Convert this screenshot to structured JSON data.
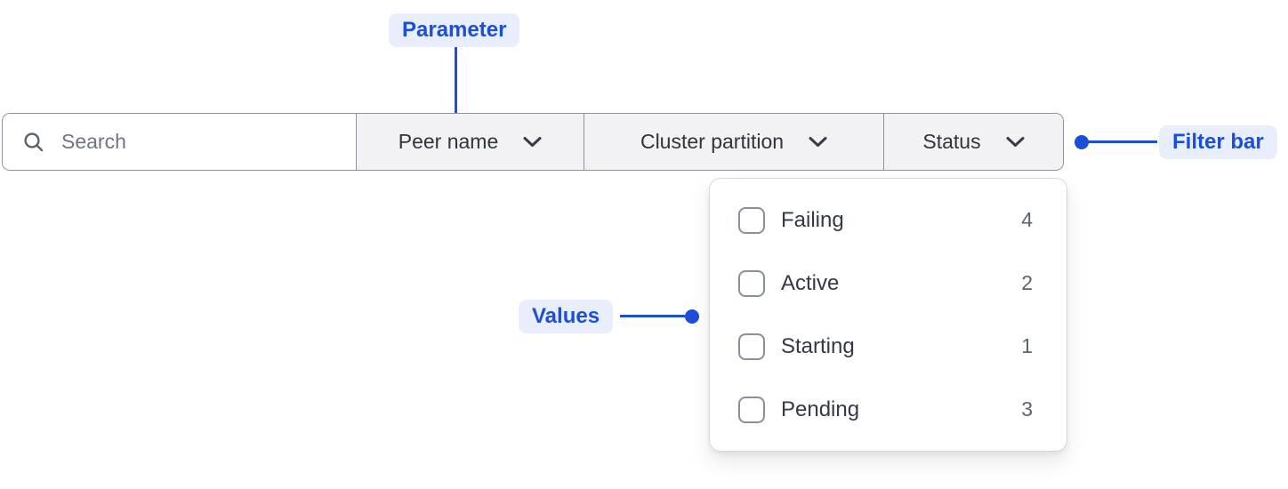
{
  "annotations": {
    "parameter": "Parameter",
    "filter_bar": "Filter bar",
    "values": "Values"
  },
  "filter_bar": {
    "search": {
      "placeholder": "Search"
    },
    "dropdowns": [
      {
        "label": "Peer name"
      },
      {
        "label": "Cluster partition"
      },
      {
        "label": "Status",
        "expanded": true
      }
    ]
  },
  "status_options": {
    "items": [
      {
        "label": "Failing",
        "count": 4,
        "checked": false
      },
      {
        "label": "Active",
        "count": 2,
        "checked": false
      },
      {
        "label": "Starting",
        "count": 1,
        "checked": false
      },
      {
        "label": "Pending",
        "count": 3,
        "checked": false
      }
    ]
  },
  "colors": {
    "accent_blue": "#1d4ed8",
    "annotation_badge_bg": "#e8eefc",
    "bar_border": "#8d929b",
    "cell_bg": "#f2f2f4",
    "panel_border": "#d6d8de",
    "text_dark": "#333945",
    "text_muted": "#5d636e",
    "checkbox_border": "#8a909a"
  }
}
